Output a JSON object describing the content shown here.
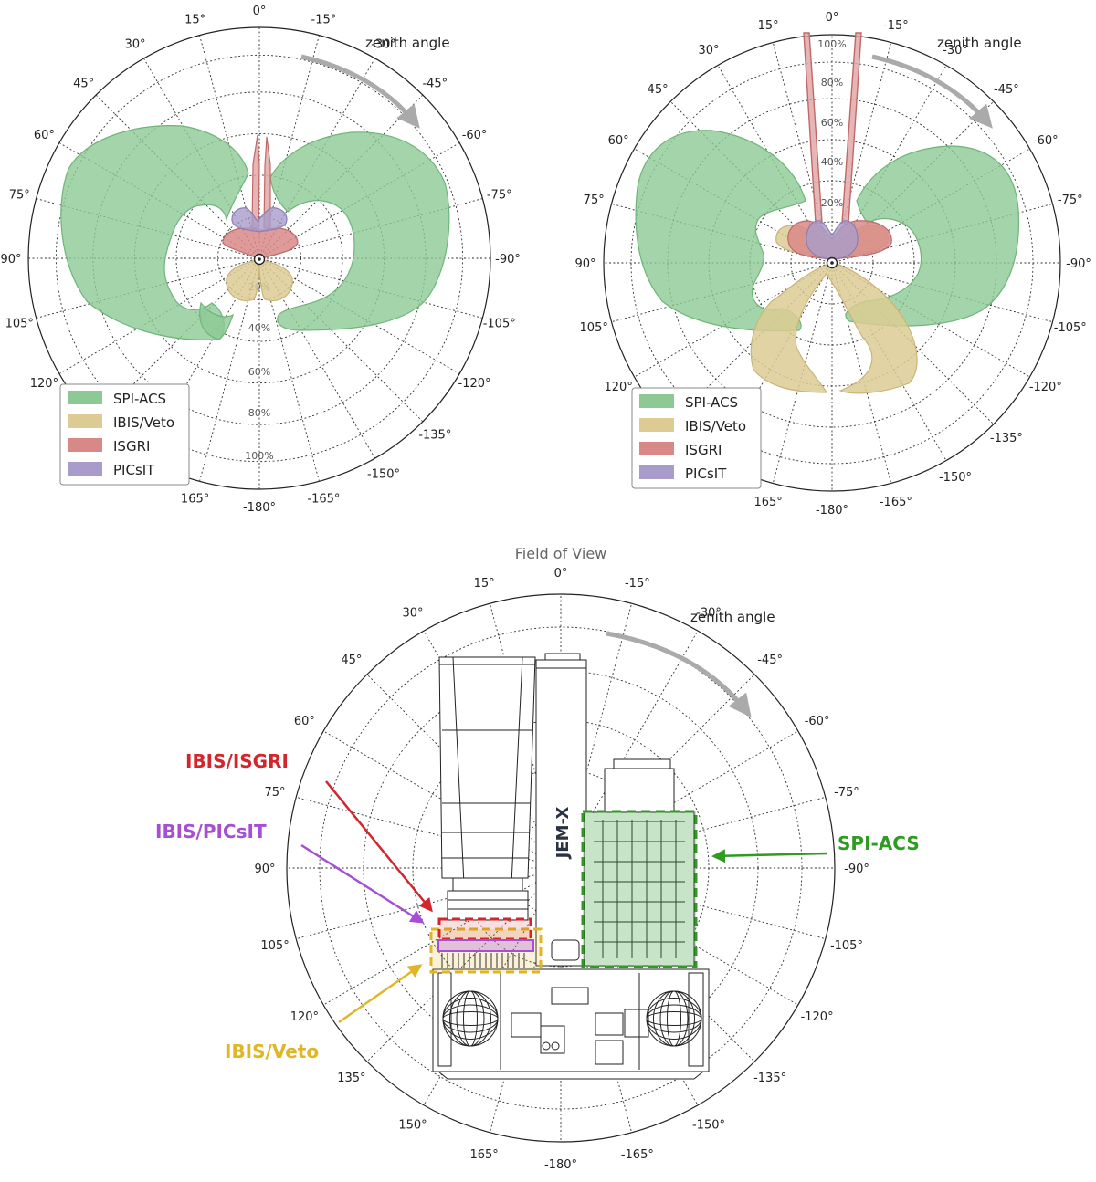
{
  "polar_plots": {
    "angle_labels": [
      "0°",
      "-15°",
      "-30°",
      "-45°",
      "-60°",
      "-75°",
      "-90°",
      "-105°",
      "-120°",
      "-135°",
      "-150°",
      "-165°",
      "-180°",
      "165°",
      "150°",
      "135°",
      "120°",
      "105°",
      "90°",
      "75°",
      "60°",
      "45°",
      "30°",
      "15°"
    ],
    "zenith_label": "zenith angle",
    "left": {
      "radial_labels": [
        "20%",
        "40%",
        "60%",
        "80%",
        "100%"
      ],
      "legend": [
        "SPI-ACS",
        "IBIS/Veto",
        "ISGRI",
        "PICsIT"
      ]
    },
    "right": {
      "radial_labels": [
        "20%",
        "40%",
        "60%",
        "80%",
        "100%"
      ],
      "legend": [
        "SPI-ACS",
        "IBIS/Veto",
        "ISGRI",
        "PICsIT"
      ]
    }
  },
  "fov": {
    "title": "Field of View",
    "zenith_label": "zenith angle",
    "angle_labels": [
      "0°",
      "-15°",
      "-30°",
      "-45°",
      "-60°",
      "-75°",
      "-90°",
      "-105°",
      "-120°",
      "-135°",
      "-150°",
      "-165°",
      "-180°",
      "165°",
      "150°",
      "135°",
      "120°",
      "105°",
      "90°",
      "75°",
      "60°",
      "45°",
      "30°",
      "15°"
    ],
    "jemx_label": "JEM-X",
    "callouts": {
      "isgri": "IBIS/ISGRI",
      "picsit": "IBIS/PICsIT",
      "veto": "IBIS/Veto",
      "spiacs": "SPI-ACS"
    }
  },
  "colors": {
    "spiacs": "#8cc995",
    "veto": "#dccb93",
    "isgri": "#d98888",
    "picsit": "#a99ccb",
    "callout_isgri": "#d3262c",
    "callout_picsit": "#a64fd6",
    "callout_veto": "#e1b626",
    "callout_spiacs": "#2e9b21"
  }
}
